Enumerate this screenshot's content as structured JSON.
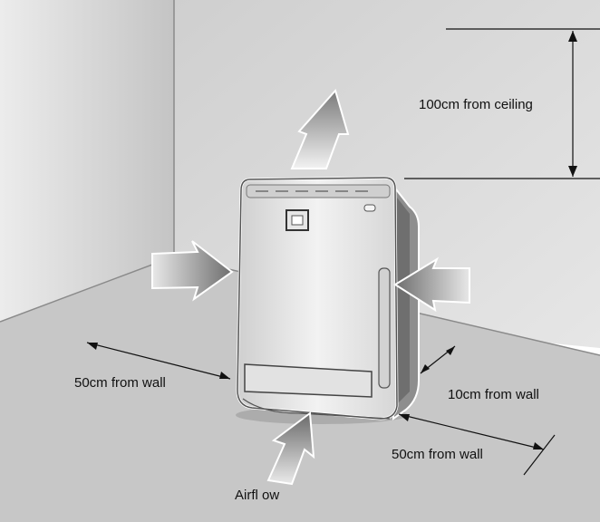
{
  "labels": {
    "ceiling": "100cm from ceiling",
    "left_wall": "50cm from wall",
    "back_wall": "10cm from wall",
    "right_wall": "50cm from wall",
    "airflow": "Airfl ow"
  }
}
